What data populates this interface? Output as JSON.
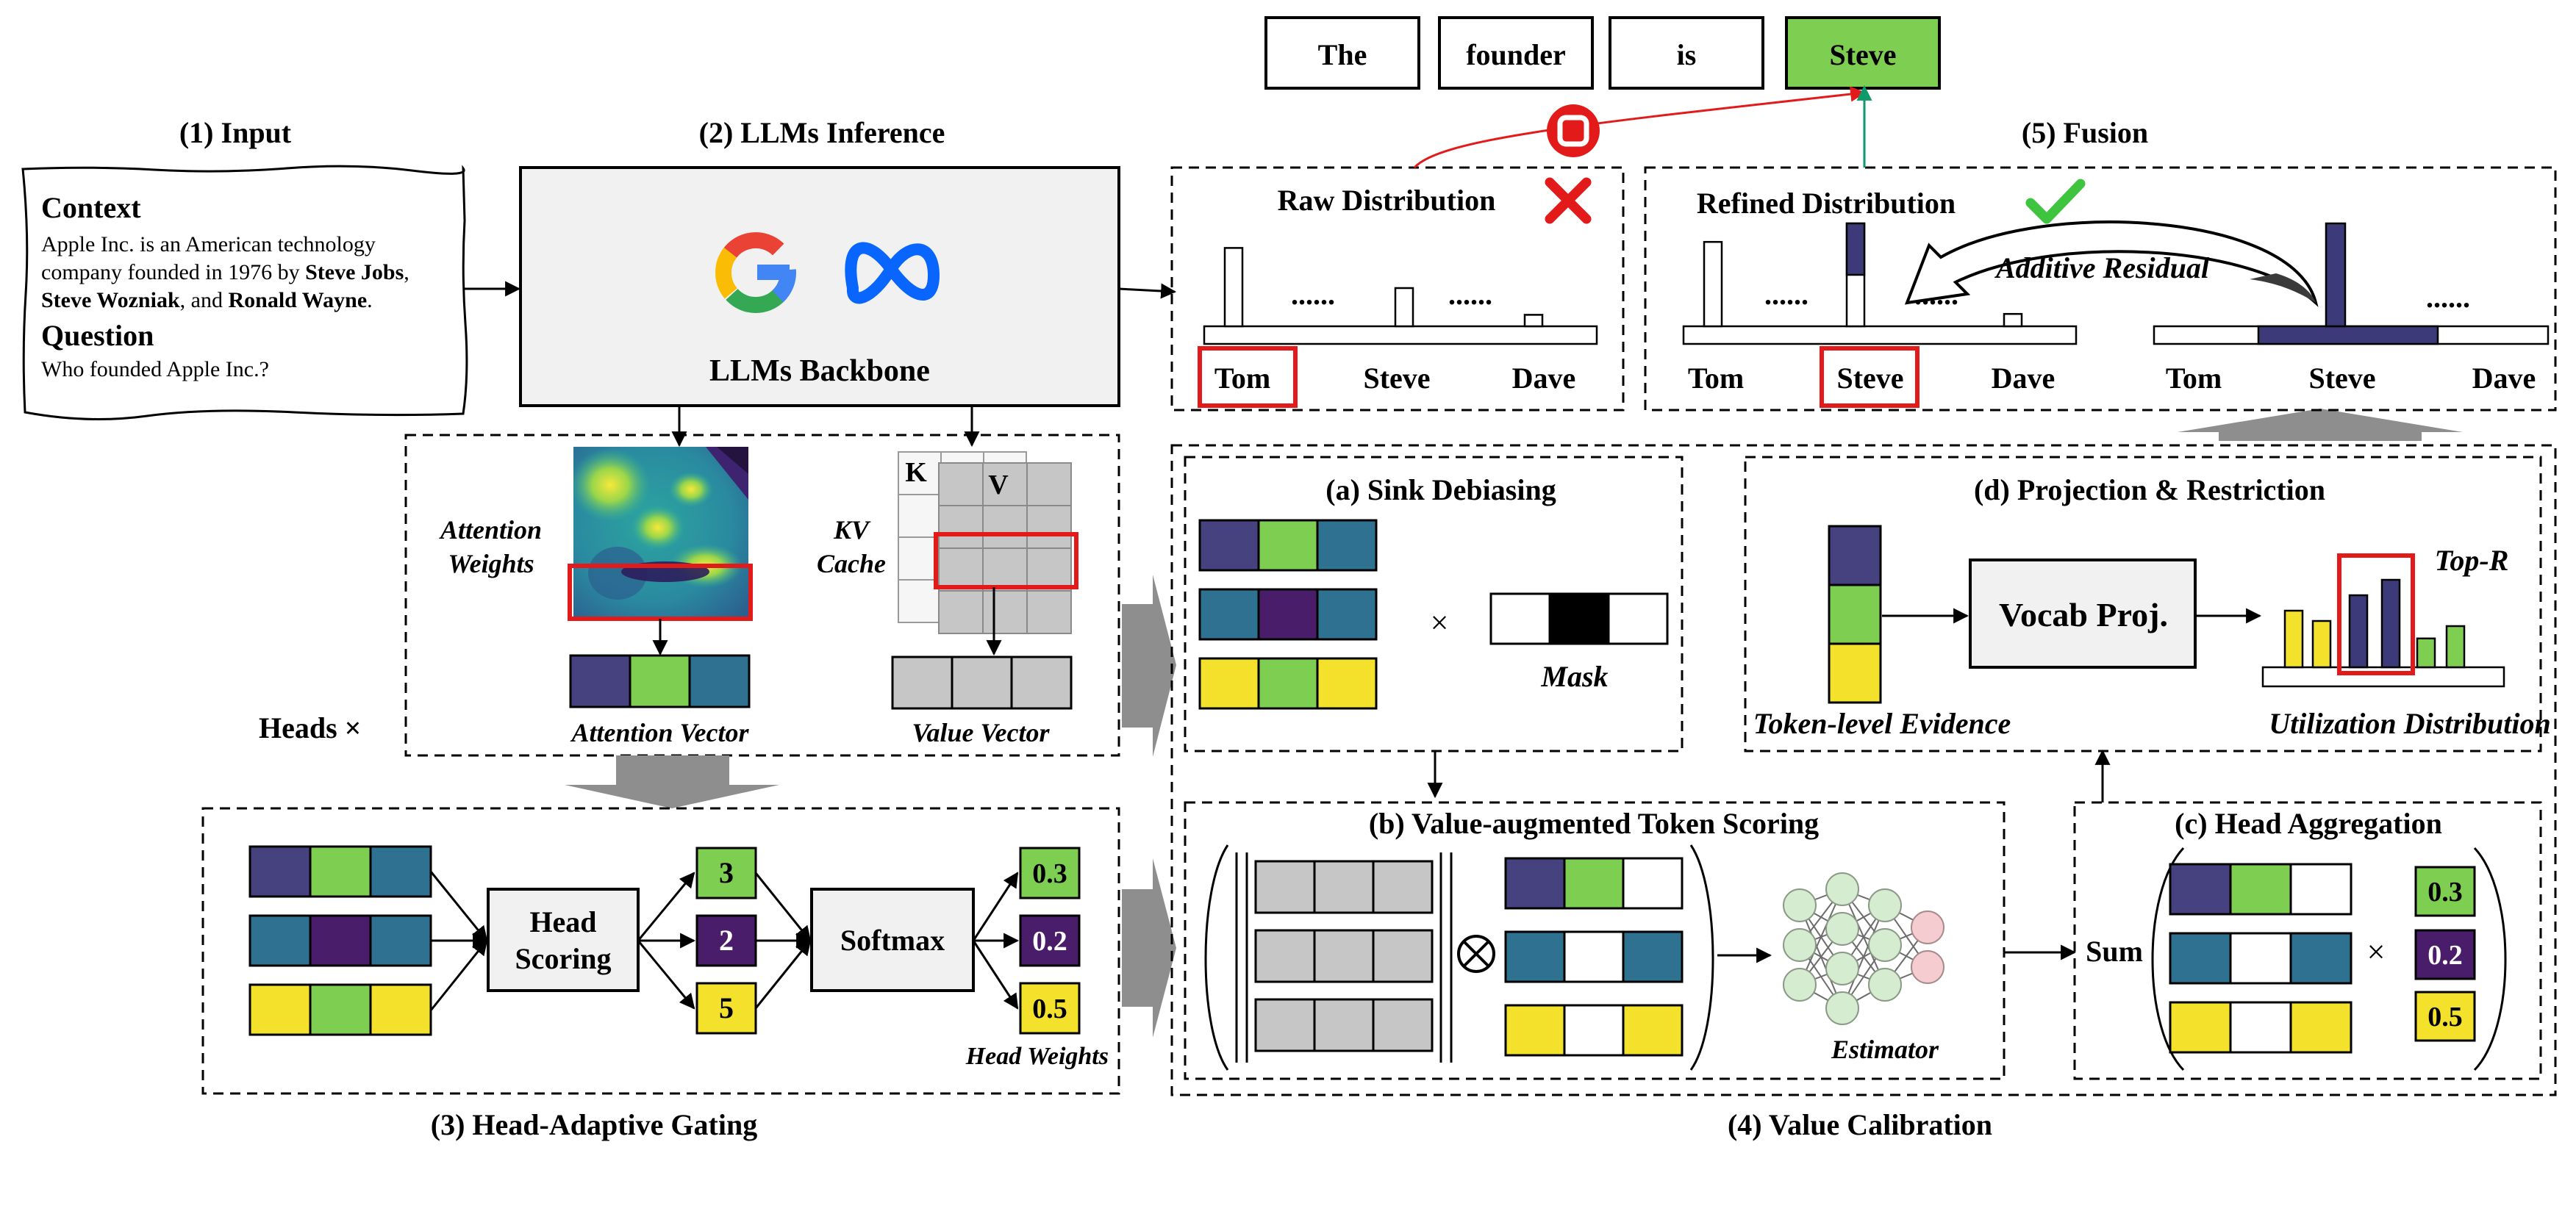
{
  "colors": {
    "navy": "#46417f",
    "green": "#7ecf51",
    "teal": "#2e7191",
    "purple": "#4a1d6b",
    "yellow": "#f4e12c",
    "white": "#ffffff",
    "gray": "#c6c6c6",
    "panel": "#f1f1f1",
    "red": "#e31a1a",
    "check": "#3ec43e",
    "arrow_gray": "#8e8e8e",
    "bar_navy": "#3c3a78"
  },
  "icons": [
    "google-logo",
    "meta-logo",
    "stop-icon",
    "cross-icon",
    "check-icon",
    "neural-network-icon",
    "tensor-product-icon"
  ],
  "output": {
    "tokens": [
      "The",
      "founder",
      "is",
      "Steve"
    ],
    "highlight_index": 3
  },
  "input": {
    "title": "(1) Input",
    "context_heading": "Context",
    "context_line1": "Apple Inc. is an American technology",
    "context_line2_a": "company founded in 1976 by ",
    "context_line2_b": "Steve Jobs",
    "context_line2_c": ",",
    "context_line3_a": "Steve Wozniak",
    "context_line3_b": ", and ",
    "context_line3_c": "Ronald Wayne",
    "context_line3_d": ".",
    "question_heading": "Question",
    "question_text": "Who founded Apple Inc.?"
  },
  "inference": {
    "title": "(2) LLMs Inference",
    "backbone_label": "LLMs Backbone",
    "attention_label_1": "Attention",
    "attention_label_2": "Weights",
    "kv_label_1": "KV",
    "kv_label_2": "Cache",
    "k_label": "K",
    "v_label": "V",
    "attention_vector_label": "Attention Vector",
    "value_vector_label": "Value Vector",
    "heads_label": "Heads ×"
  },
  "raw": {
    "title": "Raw Distribution",
    "tokens": [
      "Tom",
      "Steve",
      "Dave"
    ],
    "dots": "......",
    "bars": [
      0.82,
      0.4,
      0.12
    ]
  },
  "fusion": {
    "title": "(5) Fusion",
    "refined_title": "Refined Distribution",
    "residual_label": "Additive Residual",
    "tokens": [
      "Tom",
      "Steve",
      "Dave"
    ],
    "dots": "......",
    "bars": [
      0.82,
      1.0,
      0.12
    ],
    "steve_residual": 0.5
  },
  "gating": {
    "title": "(3) Head-Adaptive Gating",
    "scoring_label_1": "Head",
    "scoring_label_2": "Scoring",
    "scores": [
      "3",
      "2",
      "5"
    ],
    "softmax_label": "Softmax",
    "weights": [
      "0.3",
      "0.2",
      "0.5"
    ],
    "weights_label": "Head Weights"
  },
  "calibration": {
    "title": "(4) Value Calibration",
    "sink_title": "(a) Sink Debiasing",
    "times": "×",
    "mask_label": "Mask",
    "scoring_title": "(b) Value-augmented Token Scoring",
    "estimator_label": "Estimator",
    "aggregation_title": "(c) Head Aggregation",
    "sum_label": "Sum",
    "agg_weights": [
      "0.3",
      "0.2",
      "0.5"
    ],
    "projection_title": "(d) Projection & Restriction",
    "vocab_label": "Vocab Proj.",
    "topr_label": "Top-R",
    "evidence_label": "Token-level Evidence",
    "utilization_label": "Utilization Distribution",
    "utilization_bars": [
      0.55,
      0.45,
      0.7,
      0.85,
      0.28,
      0.4
    ]
  }
}
